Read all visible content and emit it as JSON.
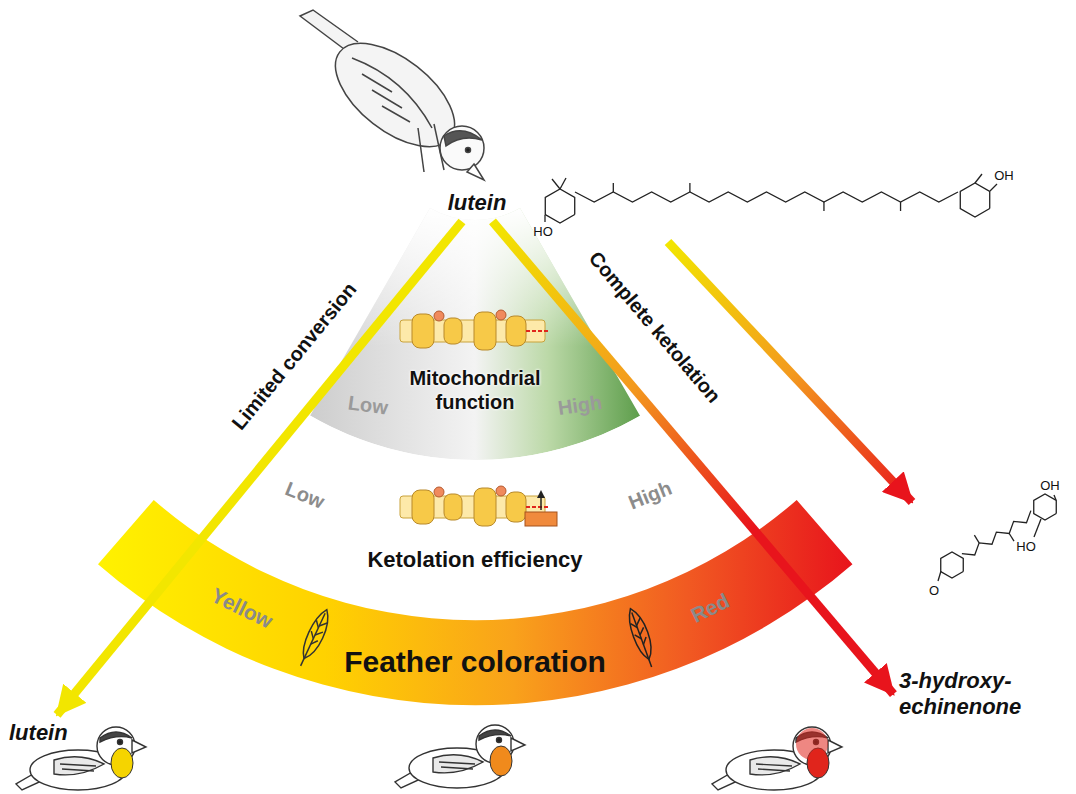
{
  "diagram": {
    "nodes": [
      {
        "text": [
          "lutein"
        ]
      },
      {
        "text": [
          "lutein"
        ]
      },
      {
        "text": [
          "3-hydroxy-echinenone"
        ]
      },
      {
        "text": [
          "Mitochondrial function",
          "Low",
          "High"
        ]
      },
      {
        "text": [
          "Low",
          "High",
          "Ketolation efficiency"
        ]
      },
      {
        "text": [
          "Yellow",
          "Red",
          "Feather coloration"
        ]
      }
    ],
    "edges": [
      {
        "from": 0,
        "to": 1,
        "arrow": "to",
        "label": "Limited conversion"
      },
      {
        "from": 0,
        "to": 2,
        "arrow": "to",
        "label": "Complete ketolation"
      }
    ],
    "labels": [
      "HO",
      "OH",
      "O",
      "HO",
      "OH"
    ]
  }
}
